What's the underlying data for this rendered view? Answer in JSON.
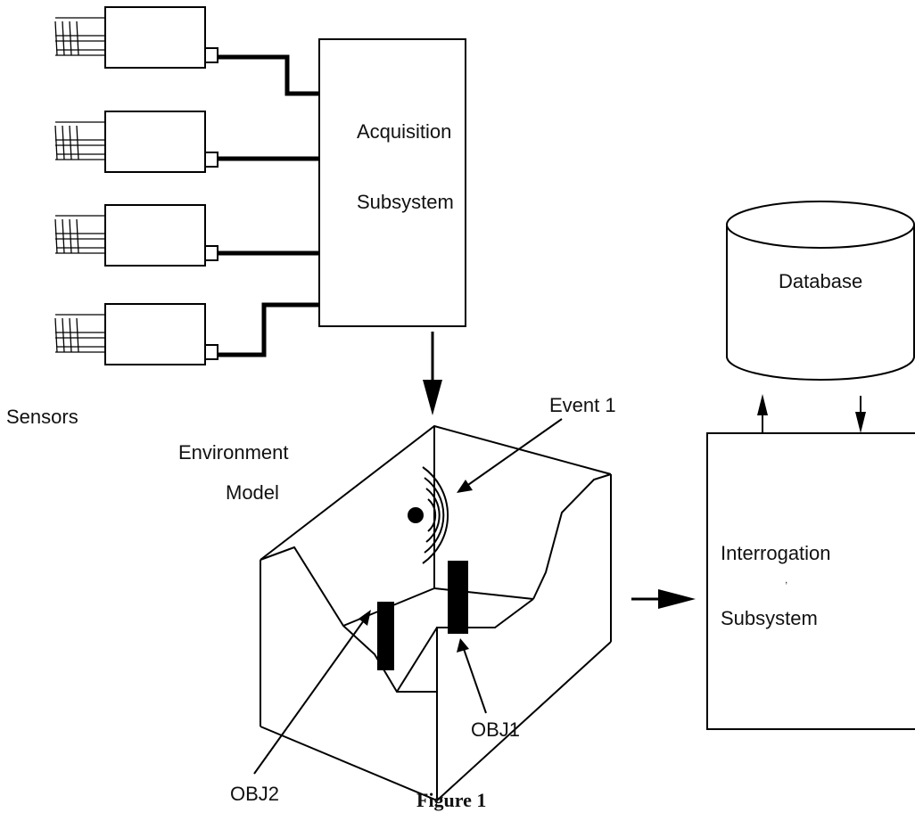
{
  "labels": {
    "acquisition_line1": "Acquisition",
    "acquisition_line2": "Subsystem",
    "database": "Database",
    "sensors": "Sensors",
    "event": "Event 1",
    "environment_line1": "Environment",
    "environment_line2": "Model",
    "interrogation_line1": "Interrogation",
    "interrogation_line2": "Subsystem",
    "obj1": "OBJ1",
    "obj2": "OBJ2",
    "caption": "Figure 1"
  },
  "sensor_count": 4,
  "colors": {
    "line": "#000000",
    "background": "#ffffff"
  }
}
